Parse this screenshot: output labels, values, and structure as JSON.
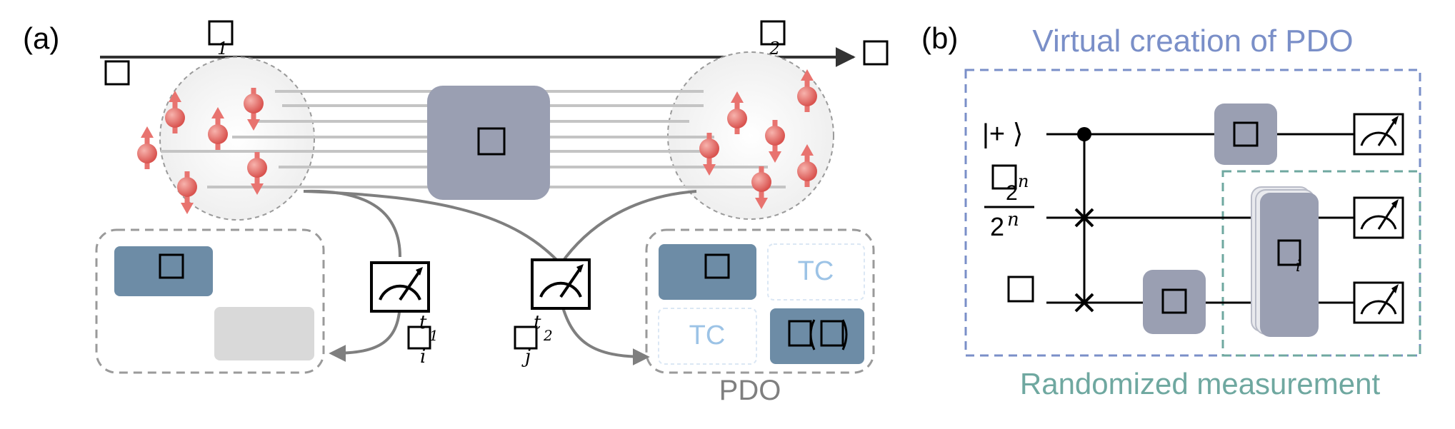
{
  "panel_a": {
    "label": "(a)",
    "t1_sub": "1",
    "t2_sub": "2",
    "meter1_sub": "i",
    "meter1_sup": "t",
    "meter1_sup_sub": "1",
    "meter2_sub": "j",
    "meter2_sup": "t",
    "meter2_sup_sub": "2",
    "tc_top": "TC",
    "tc_bottom": "TC",
    "pdo_label": "PDO"
  },
  "panel_b": {
    "label": "(b)",
    "virtual_title": "Virtual creation of PDO",
    "randomized_title": "Randomized measurement",
    "plus_ket": "|+ ⟩",
    "frac_num_sup": "n",
    "frac_den": "2",
    "frac_den_sup": "n",
    "u_sub": "i",
    "num_two": "2"
  },
  "colors": {
    "spin": "#e8736f",
    "gate": "#9a9fb2",
    "dark_block": "#6d8ca6",
    "light_block": "#d9d9d9",
    "blue_text": "#7a8fc8",
    "teal_text": "#6fa8a0",
    "tc_text": "#9cc3e6"
  }
}
